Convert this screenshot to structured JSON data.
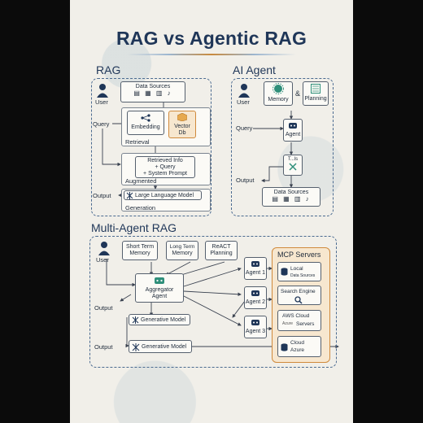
{
  "title": "RAG vs Agentic RAG",
  "rag": {
    "heading": "RAG",
    "user": "User",
    "data_sources": "Data Sources",
    "query": "Query",
    "embedding": "Embedding",
    "vector_db_line1": "Vector",
    "vector_db_line2": "Db",
    "retrieval": "Retrieval",
    "retrieved_info_line1": "Retrieved Info",
    "retrieved_info_line2": "+ Query",
    "retrieved_info_line3": "+ System Prompt",
    "augmented": "Augmented",
    "output": "Output",
    "llm": "Large Language Model",
    "generation": "Generation"
  },
  "agent": {
    "heading": "AI Agent",
    "user": "User",
    "memory": "Memory",
    "amp": "&",
    "planning": "Planning",
    "query": "Query",
    "agent": "Agent",
    "tools": "T...ls",
    "output": "Output",
    "data_sources": "Data Sources"
  },
  "multi": {
    "heading": "Multi-Agent RAG",
    "user": "User",
    "short_term_line1": "Short Term",
    "short_term_line2": "Memory",
    "long_term_line1": "Long Term",
    "long_term_line2": "Memory",
    "react_line1": "ReACT",
    "react_line2": "Planning",
    "aggregator_line1": "Aggregator",
    "aggregator_line2": "Agent",
    "output1": "Output",
    "gen_model1": "Generative Model",
    "output2": "Output",
    "gen_model2": "Generative Model",
    "agent1": "Agent 1",
    "agent2": "Agent 2",
    "agent3": "Agent 3",
    "mcp_title": "MCP Servers",
    "local_line1": "Local",
    "local_line2": "Data Sources",
    "search_engine": "Search Engine",
    "aws_line1": "AWS Cloud",
    "aws_line2": "Servers",
    "azure_sub": "Azure",
    "cloud_line1": "Cloud",
    "cloud_line2": "Azure"
  },
  "colors": {
    "navy": "#1f3658",
    "orange": "#d08a3c",
    "teal": "#2f8f7a",
    "panel_border": "#4a6a90"
  }
}
